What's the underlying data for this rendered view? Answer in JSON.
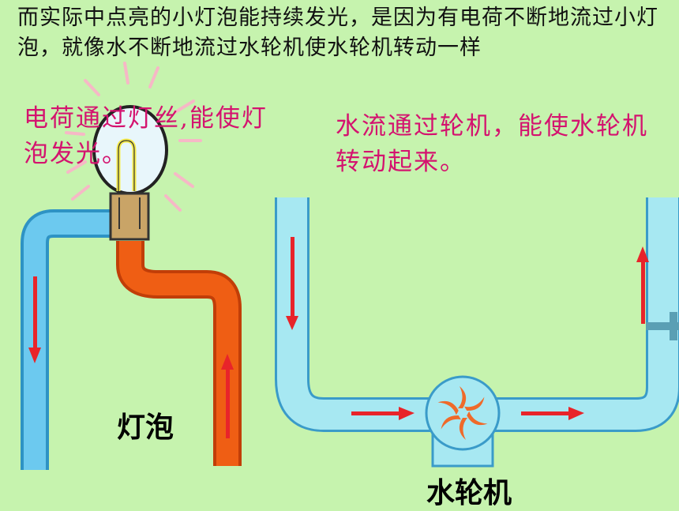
{
  "intro_text": "而实际中点亮的小灯泡能持续发光，是因为有电荷不断地流过小灯泡，就像水不断地流过水轮机使水轮机转动一样",
  "bulb_caption": "电荷通过灯丝,能使灯泡发光。",
  "wheel_caption": "水流通过轮机，能使水轮机转动起来。",
  "bulb_label": "灯泡",
  "wheel_label": "水轮机",
  "colors": {
    "background": "#c6f3ae",
    "caption": "#d4136f",
    "water_pipe": "#9fe6f0",
    "pipe_blue": "#4fb6e6",
    "pipe_orange": "#ee5a12",
    "arrow": "#e8242a",
    "socket": "#c9a467"
  },
  "icons": [
    "light-bulb-icon",
    "water-wheel-icon",
    "flow-arrow-icon",
    "tap-icon"
  ]
}
